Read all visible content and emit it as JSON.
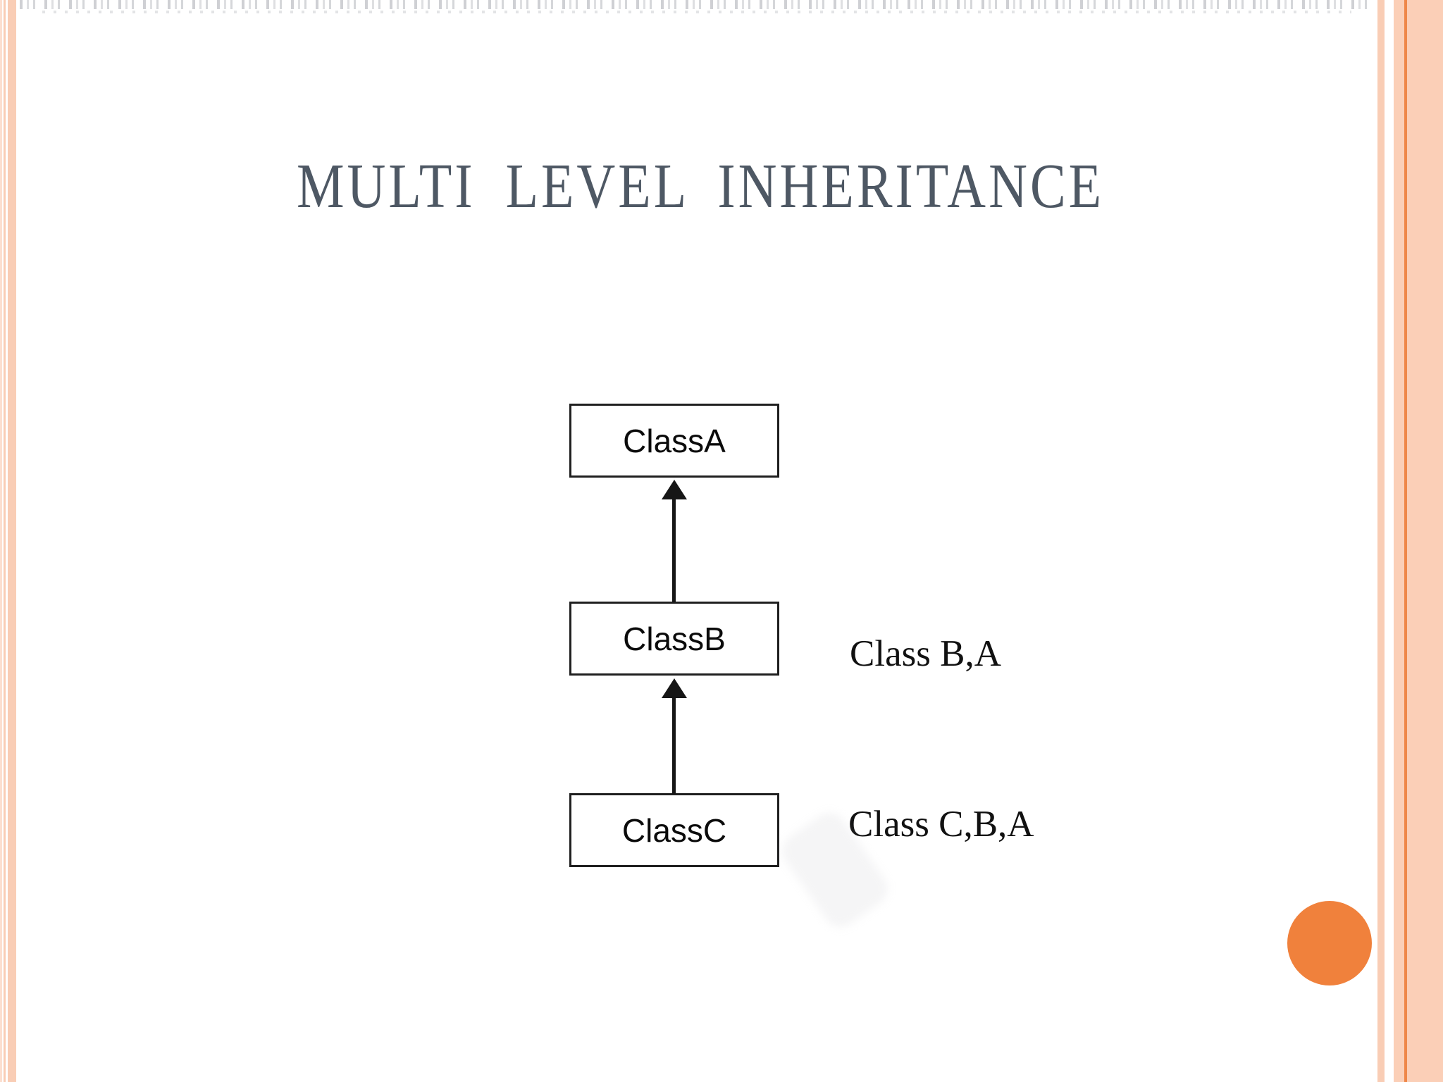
{
  "slide": {
    "title": "MULTI LEVEL INHERITANCE"
  },
  "colors": {
    "background": "#FFFFFF",
    "title_text": "#4E5864",
    "stripe_peach": "#F9CDB5",
    "stripe_peach_light": "#FCDFD0",
    "right_band_peach": "#FBCFB7",
    "accent_line_orange": "#EF8748",
    "circle_orange": "#F0813C",
    "box_border": "#1F1F1F",
    "box_fill": "#FFFFFF",
    "box_text": "#0B0B0B",
    "annotation_text": "#111111",
    "arrow": "#161616"
  },
  "diagram": {
    "type": "class-inheritance",
    "nodes": [
      {
        "id": "ClassA",
        "label": "ClassA"
      },
      {
        "id": "ClassB",
        "label": "ClassB"
      },
      {
        "id": "ClassC",
        "label": "ClassC"
      }
    ],
    "edges": [
      {
        "from": "ClassB",
        "to": "ClassA",
        "style": "solid-arrow-up"
      },
      {
        "from": "ClassC",
        "to": "ClassB",
        "style": "solid-arrow-up"
      }
    ],
    "annotations": [
      {
        "text": "Class B,A",
        "attached_to": "ClassB"
      },
      {
        "text": "Class C,B,A",
        "attached_to": "ClassC"
      }
    ]
  }
}
